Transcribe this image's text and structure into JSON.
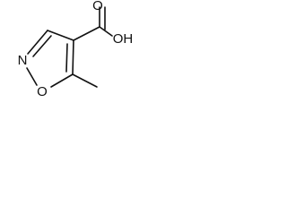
{
  "molecule": {
    "atom_labels": {
      "carboxyl_oxygen": "O",
      "hydroxyl": "OH",
      "ring_nitrogen": "N",
      "ring_oxygen": "O"
    }
  }
}
